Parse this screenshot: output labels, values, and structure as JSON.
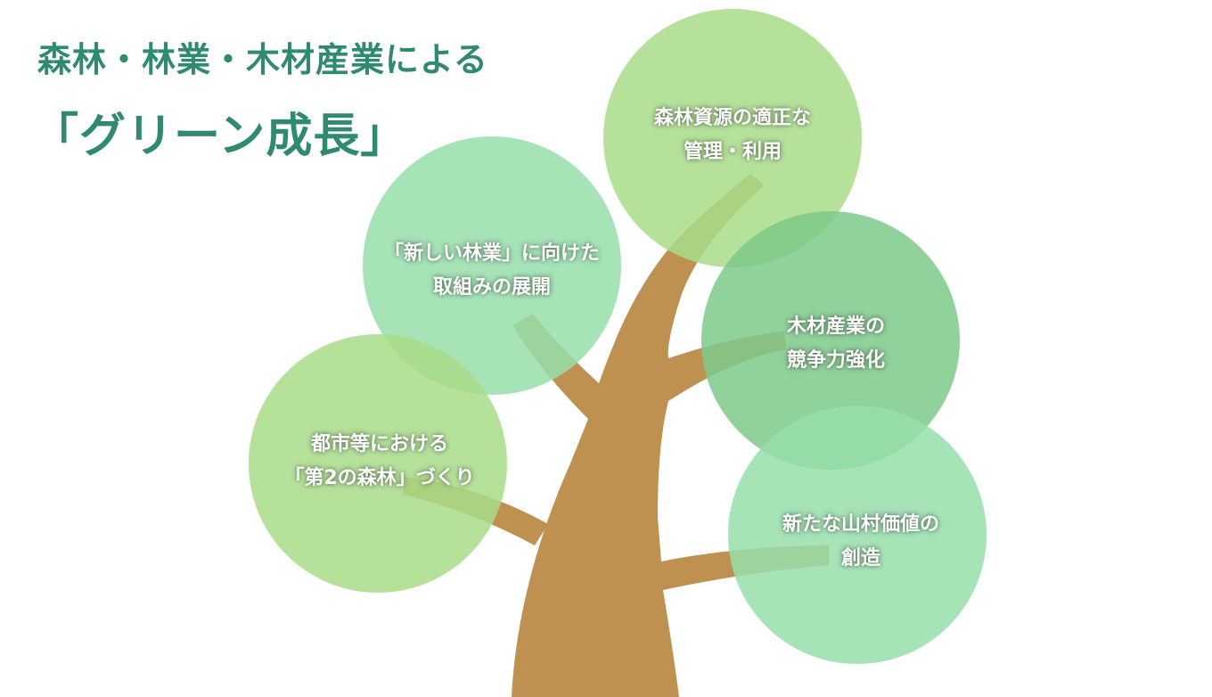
{
  "title": {
    "line1": "森林・林業・木材産業による",
    "line2": "「グリーン成長」"
  },
  "colors": {
    "title": "#2f8a6e",
    "trunk": "#bf9150",
    "leaf_light": "#a8dc8a",
    "leaf_mint": "#96deaa",
    "leaf_mid": "#7ec98a"
  },
  "bubbles": [
    {
      "id": "forest-resources",
      "lines": [
        "森林資源の適正な",
        "管理・利用"
      ]
    },
    {
      "id": "new-forestry",
      "lines": [
        "「新しい林業」に向けた",
        "取組みの展開"
      ]
    },
    {
      "id": "wood-industry",
      "lines": [
        "木材産業の",
        "競争力強化"
      ]
    },
    {
      "id": "urban-forest",
      "lines": [
        "都市等における",
        "「第2の森林」づくり"
      ]
    },
    {
      "id": "mountain-village",
      "lines": [
        "新たな山村価値の",
        "創造"
      ]
    }
  ]
}
